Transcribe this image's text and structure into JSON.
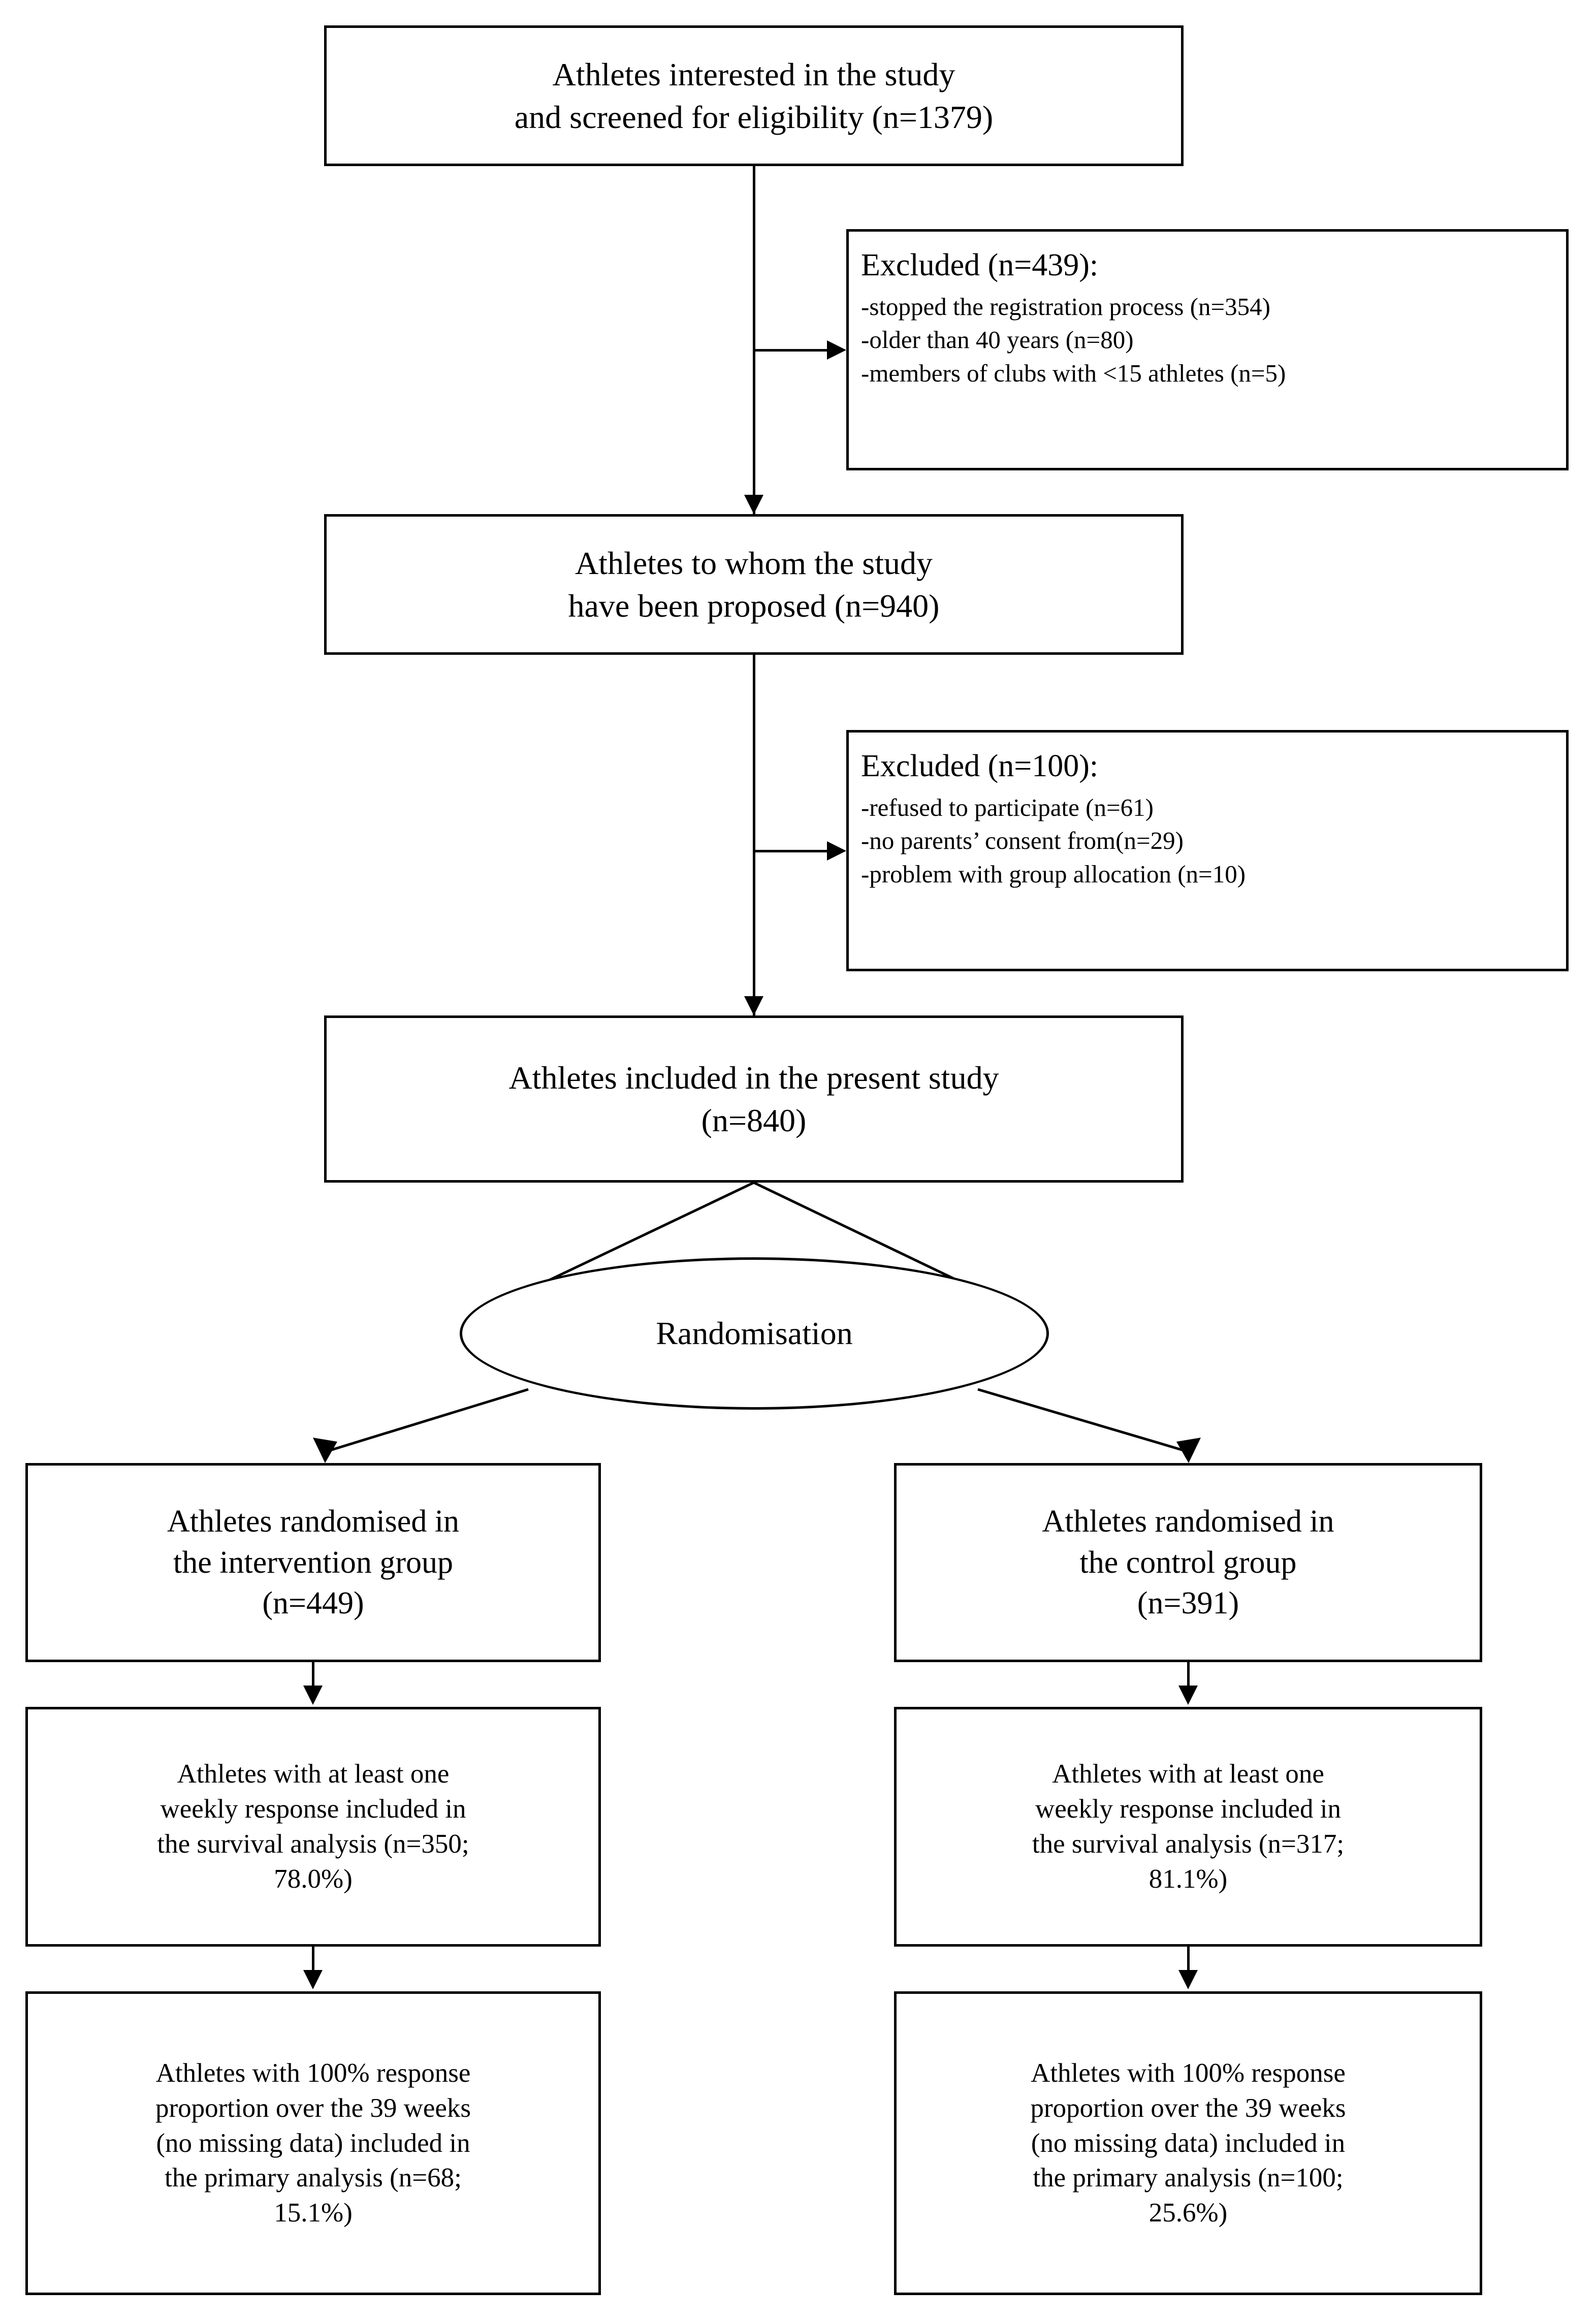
{
  "diagram": {
    "type": "consort-flow-diagram",
    "title": "CONSORT participant flow",
    "accent_color": "#000000",
    "background_color": "#ffffff"
  },
  "nodes": {
    "screened": {
      "line1": "Athletes interested in the study",
      "line2": "and screened for eligibility (n=1379)",
      "n": 1379
    },
    "excluded_1": {
      "title": "Excluded (n=439):",
      "n": 439,
      "items": [
        "-stopped the registration process (n=354)",
        "-older than 40 years (n=80)",
        "-members of clubs with <15 athletes (n=5)"
      ],
      "item_counts": [
        354,
        80,
        5
      ]
    },
    "proposed": {
      "line1": "Athletes to whom the study",
      "line2": "have been proposed (n=940)",
      "n": 940
    },
    "excluded_2": {
      "title": "Excluded (n=100):",
      "n": 100,
      "items": [
        "-refused to participate (n=61)",
        "-no parents’ consent from(n=29)",
        "-problem with group allocation (n=10)"
      ],
      "item_counts": [
        61,
        29,
        10
      ]
    },
    "included": {
      "line1": "Athletes included in the present study",
      "line2": "(n=840)",
      "n": 840
    },
    "randomisation": {
      "label": "Randomisation"
    },
    "intervention_alloc": {
      "line1": "Athletes randomised in",
      "line2": "the intervention group",
      "line3": "(n=449)",
      "n": 449
    },
    "control_alloc": {
      "line1": "Athletes randomised in",
      "line2": "the control group",
      "line3": "(n=391)",
      "n": 391
    },
    "intervention_survival": {
      "line1": "Athletes with at least one",
      "line2": "weekly response included in",
      "line3": "the survival analysis (n=350;",
      "line4": "78.0%)",
      "n": 350,
      "percent": "78.0%"
    },
    "control_survival": {
      "line1": "Athletes with at least one",
      "line2": "weekly response included in",
      "line3": "the survival analysis (n=317;",
      "line4": "81.1%)",
      "n": 317,
      "percent": "81.1%"
    },
    "intervention_primary": {
      "line1": "Athletes with 100% response",
      "line2": "proportion over the 39 weeks",
      "line3": "(no missing data) included in",
      "line4": "the primary analysis (n=68;",
      "line5": "15.1%)",
      "n": 68,
      "percent": "15.1%",
      "weeks": 39
    },
    "control_primary": {
      "line1": "Athletes with 100% response",
      "line2": "proportion over the 39 weeks",
      "line3": "(no missing data) included in",
      "line4": "the primary analysis (n=100;",
      "line5": "25.6%)",
      "n": 100,
      "percent": "25.6%",
      "weeks": 39
    }
  }
}
